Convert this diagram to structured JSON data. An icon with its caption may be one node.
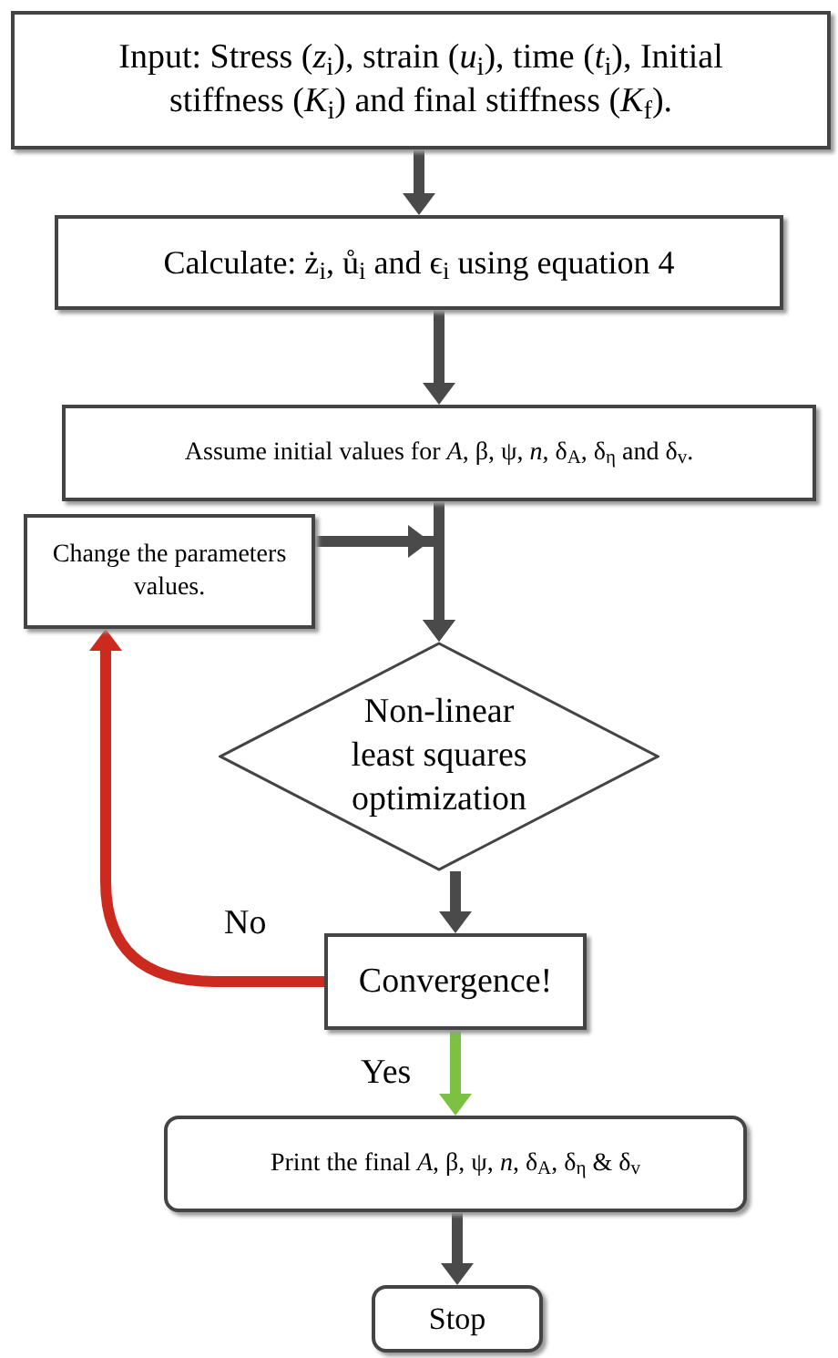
{
  "diagram": {
    "nodes": [
      {
        "text": [
          "Input: Stress (*z*$_{i}$), strain (*u*$_{i}$), time (*t*$_{i}$), Initial stiffness (*K*$_{i}$) and final stiffness (*K*$_{f}$)."
        ]
      },
      {
        "text": [
          "Calculate: ż$_{i}$, ů$_{i}$ and ϵ$_{i}$ using equation 4"
        ]
      },
      {
        "text": [
          "Assume initial values for *A*, β, ψ, *n*, δ$_{A}$, δ$_{η}$ and δ$_{v}$."
        ]
      },
      {
        "text": [
          "Change the parameters values."
        ]
      },
      {
        "text": [
          "Non-linear least squares optimization"
        ]
      },
      {
        "text": [
          "Convergence!"
        ]
      },
      {
        "text": [
          "Print the final *A*, β, ψ, *n*, δ$_{A}$, δ$_{η}$ & δ$_{v}$"
        ]
      },
      {
        "text": [
          "Stop"
        ]
      }
    ],
    "edges": [
      {
        "from": 0,
        "to": 1,
        "arrow": "to"
      },
      {
        "from": 1,
        "to": 2,
        "arrow": "to"
      },
      {
        "from": 2,
        "to": 4,
        "arrow": "to"
      },
      {
        "from": 3,
        "to": 4,
        "arrow": "to"
      },
      {
        "from": 4,
        "to": 5,
        "arrow": "to"
      },
      {
        "from": 5,
        "to": 3,
        "arrow": "to",
        "label": "No",
        "color": "#cc2a1e"
      },
      {
        "from": 5,
        "to": 6,
        "arrow": "to",
        "label": "Yes",
        "color": "#7cc142"
      },
      {
        "from": 6,
        "to": 7,
        "arrow": "to"
      }
    ]
  }
}
